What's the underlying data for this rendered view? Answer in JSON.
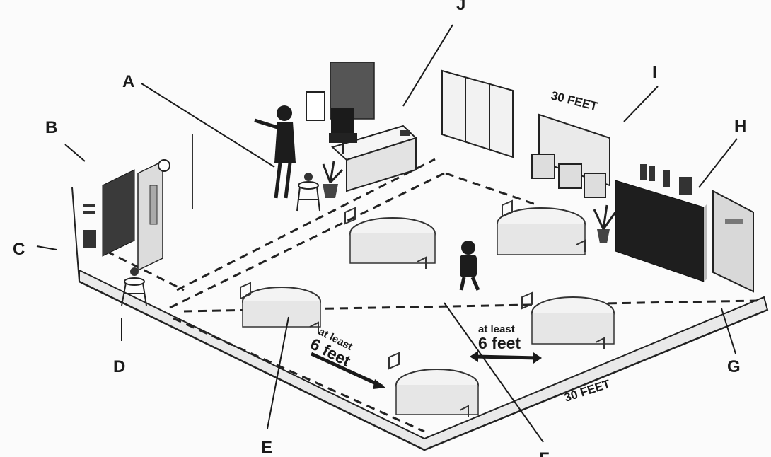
{
  "labels": {
    "a": "A",
    "b": "B",
    "c": "C",
    "d": "D",
    "e": "E",
    "f": "F",
    "g": "G",
    "h": "H",
    "i": "I",
    "j": "J"
  },
  "dimensions": {
    "back_wall": "30 FEET",
    "front_edge": "30 FEET"
  },
  "spacing_notes": [
    {
      "line1": "at least",
      "line2": "6 feet"
    },
    {
      "line1": "at least",
      "line2": "6 feet"
    }
  ]
}
